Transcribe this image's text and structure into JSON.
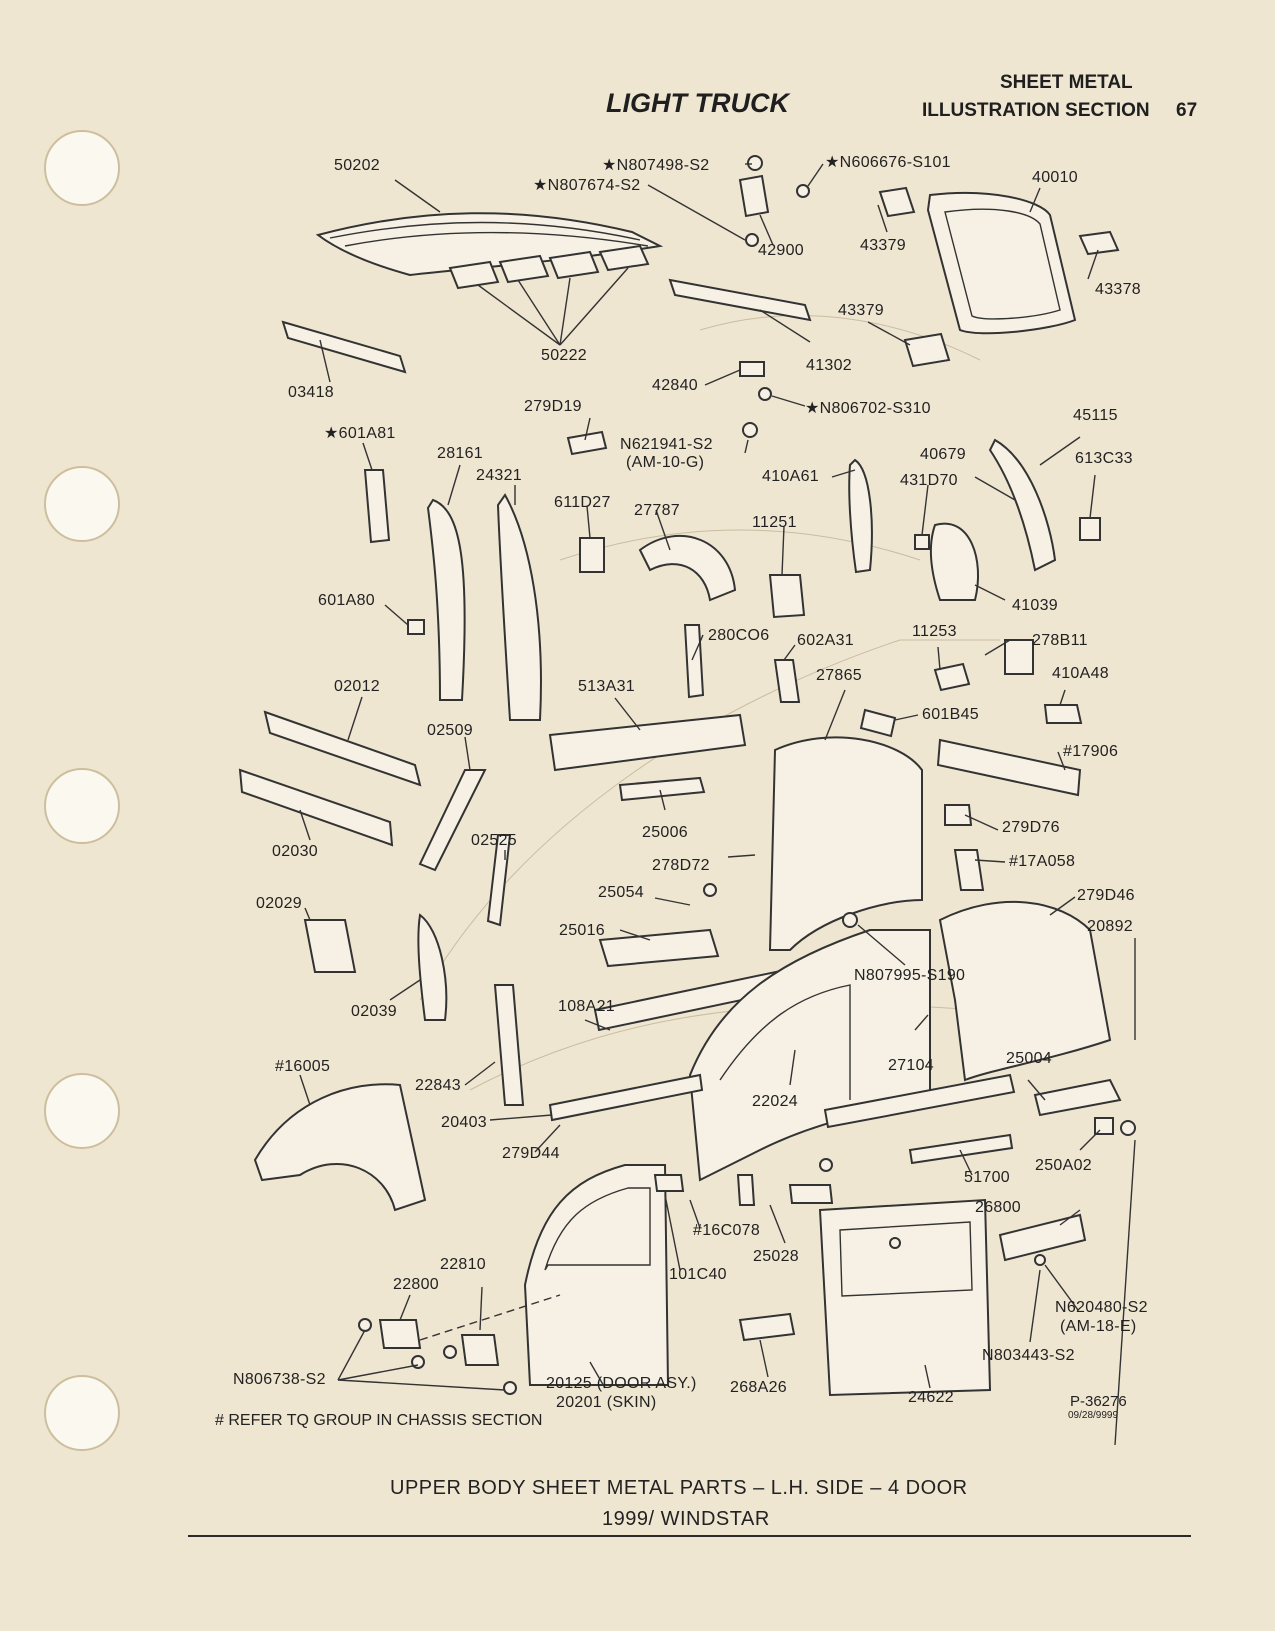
{
  "header": {
    "light_truck": "LIGHT TRUCK",
    "sheet_metal": "SHEET METAL",
    "illustration_section": "ILLUSTRATION SECTION",
    "page_number": "67"
  },
  "labels": {
    "l50202": "50202",
    "lN807498": "★N807498-S2",
    "lN606676": "★N606676-S101",
    "lN807674": "★N807674-S2",
    "l40010": "40010",
    "l42900": "42900",
    "l43379a": "43379",
    "l43378": "43378",
    "l50222": "50222",
    "l03418": "03418",
    "l43379b": "43379",
    "l41302": "41302",
    "l42840": "42840",
    "lN806702": "★N806702-S310",
    "l279D19": "279D19",
    "lN621941": "N621941-S2",
    "lAM10G": "(AM-10-G)",
    "l601A81": "★601A81",
    "l28161": "28161",
    "l24321": "24321",
    "l45115": "45115",
    "l40679": "40679",
    "l613C33": "613C33",
    "l410A61": "410A61",
    "l431D70": "431D70",
    "l611D27": "611D27",
    "l27787": "27787",
    "l11251": "11251",
    "l601A80": "601A80",
    "l41039": "41039",
    "l280CO6": "280CO6",
    "l602A31": "602A31",
    "l11253": "11253",
    "l278B11": "278B11",
    "l02012": "02012",
    "l513A31": "513A31",
    "l27865": "27865",
    "l410A48": "410A48",
    "l601B45": "601B45",
    "l02509": "02509",
    "l17906": "#17906",
    "l02030": "02030",
    "l25006": "25006",
    "l279D76": "279D76",
    "l02525": "02525",
    "l278D72": "278D72",
    "l17A058": "#17A058",
    "l02029": "02029",
    "l25054": "25054",
    "l279D46": "279D46",
    "l25016": "25016",
    "l20892": "20892",
    "lN807995": "N807995-S190",
    "l02039": "02039",
    "l108A21": "108A21",
    "l16005": "#16005",
    "l27104": "27104",
    "l25004": "25004",
    "l22843": "22843",
    "l22024": "22024",
    "l20403": "20403",
    "l279D44": "279D44",
    "l51700": "51700",
    "l250A02": "250A02",
    "l16C078": "#16C078",
    "l26800": "26800",
    "l25028": "25028",
    "l101C40": "101C40",
    "l22810": "22810",
    "l22800": "22800",
    "lN620480": "N620480-S2",
    "lAM18E": "(AM-18-E)",
    "lN803443": "N803443-S2",
    "lN806738": "N806738-S2",
    "l20125": "20125 (DOOR ASY.)",
    "l20201": "20201 (SKIN)",
    "l268A26": "268A26",
    "l24622": "24622"
  },
  "footer": {
    "note": "# REFER TQ GROUP IN CHASSIS SECTION",
    "drawing_number": "P-36276",
    "drawing_date": "09/28/9999",
    "caption_line1": "UPPER BODY SHEET METAL PARTS – L.H. SIDE – 4 DOOR",
    "caption_line2": "1999/ WINDSTAR"
  }
}
